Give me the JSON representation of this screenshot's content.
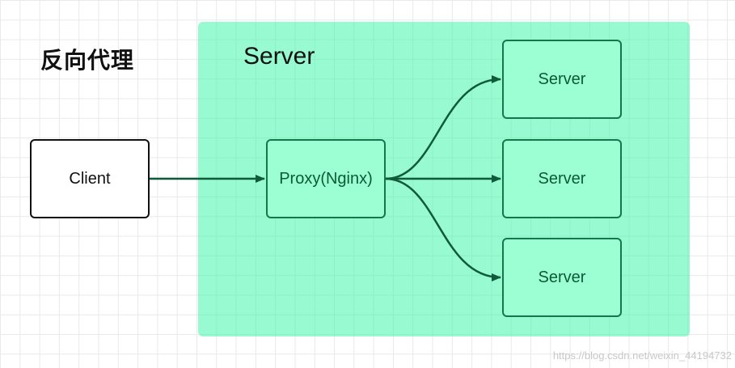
{
  "title": "反向代理",
  "zone": {
    "label": "Server"
  },
  "nodes": {
    "client": "Client",
    "proxy": "Proxy(Nginx)",
    "servers": [
      "Server",
      "Server",
      "Server"
    ]
  },
  "edges": [
    {
      "from": "Client",
      "to": "Proxy(Nginx)"
    },
    {
      "from": "Proxy(Nginx)",
      "to": "Server 1"
    },
    {
      "from": "Proxy(Nginx)",
      "to": "Server 2"
    },
    {
      "from": "Proxy(Nginx)",
      "to": "Server 3"
    }
  ],
  "colors": {
    "zone_fill": "#6ef7bf",
    "node_fill": "#9cffd4",
    "node_border": "#15764b",
    "edge": "#0f5a3a"
  },
  "watermark": "https://blog.csdn.net/weixin_44194732"
}
